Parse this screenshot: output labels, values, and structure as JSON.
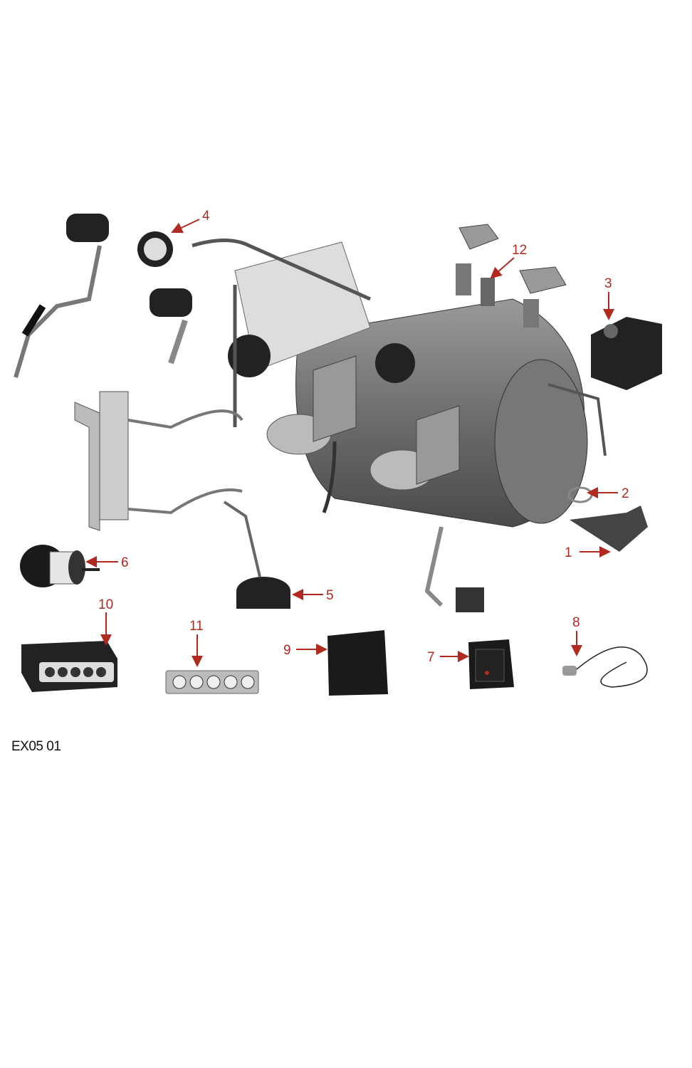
{
  "figure_code": "EX05 01",
  "callouts": [
    {
      "id": "1",
      "label": "1"
    },
    {
      "id": "2",
      "label": "2"
    },
    {
      "id": "3",
      "label": "3"
    },
    {
      "id": "4",
      "label": "4"
    },
    {
      "id": "5",
      "label": "5"
    },
    {
      "id": "6",
      "label": "6"
    },
    {
      "id": "7",
      "label": "7"
    },
    {
      "id": "8",
      "label": "8"
    },
    {
      "id": "9",
      "label": "9"
    },
    {
      "id": "10",
      "label": "10"
    },
    {
      "id": "11",
      "label": "11"
    },
    {
      "id": "12",
      "label": "12"
    }
  ],
  "colors": {
    "callout": "#b02a22",
    "part_dark": "#3a3a3a",
    "part_mid": "#8a8a8a",
    "part_light": "#c8c8c8"
  }
}
